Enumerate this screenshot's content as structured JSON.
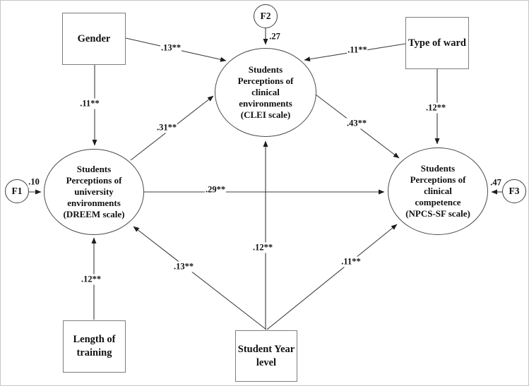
{
  "diagram_type": "structural-equation-model-path-diagram",
  "nodes": {
    "gender": {
      "lines": [
        "Gender"
      ]
    },
    "ward": {
      "lines": [
        "Type of ward"
      ]
    },
    "length": {
      "lines": [
        "Length of",
        "training"
      ]
    },
    "year": {
      "lines": [
        "Student Year",
        "level"
      ]
    },
    "clei": {
      "lines": [
        "Students",
        "Perceptions of",
        "clinical",
        "environments",
        "(CLEI scale)"
      ]
    },
    "dreem": {
      "lines": [
        "Students",
        "Perceptions of",
        "university",
        "environments",
        "(DREEM scale)"
      ]
    },
    "npcs": {
      "lines": [
        "Students",
        "Perceptions of",
        "clinical",
        "competence",
        "(NPCS-SF scale)"
      ]
    },
    "f1": {
      "label": "F1"
    },
    "f2": {
      "label": "F2"
    },
    "f3": {
      "label": "F3"
    }
  },
  "coefficients": {
    "gender_clei": ".13**",
    "gender_dreem": ".11**",
    "f2_clei": ".27",
    "ward_clei": ".11**",
    "ward_npcs": ".12**",
    "f1_dreem": ".10",
    "f3_npcs": ".47",
    "dreem_clei": ".31**",
    "clei_npcs": ".43**",
    "dreem_npcs": ".29**",
    "length_dreem": ".12**",
    "year_dreem": ".13**",
    "year_clei": ".12**",
    "year_npcs": ".11**"
  },
  "colors": {
    "background": "#ffffff",
    "line": "#3d3d3d",
    "box_border": "#7d7d7d",
    "ellipse_border": "#4a4a4a",
    "text": "#111111"
  }
}
